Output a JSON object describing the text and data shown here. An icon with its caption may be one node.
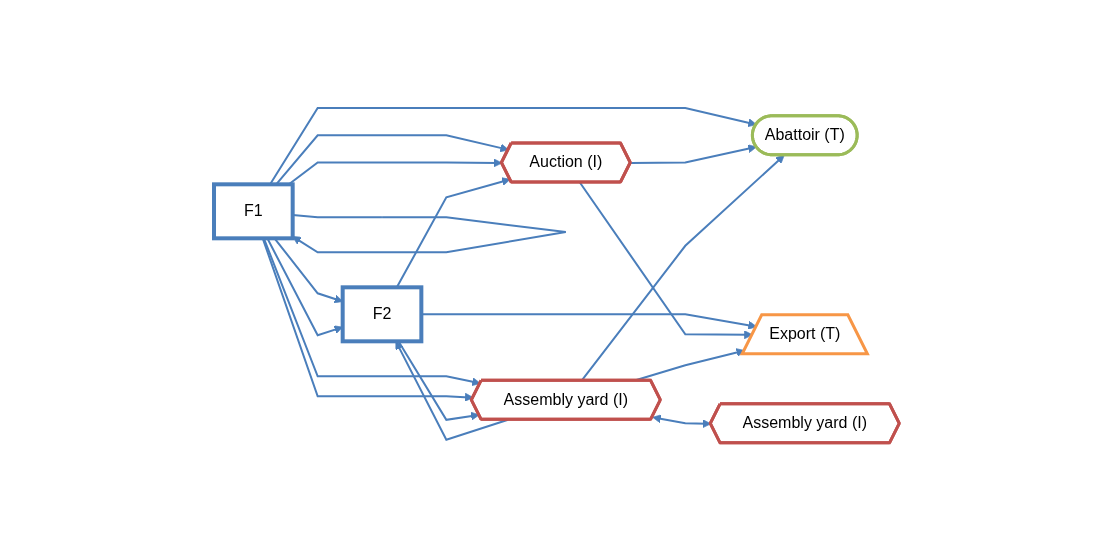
{
  "diagram": {
    "nodes": [
      {
        "text": [
          "F2"
        ]
      },
      {
        "text": [
          "Auction (I)"
        ]
      },
      {
        "text": [
          "Abattoir (T)"
        ]
      },
      {
        "text": [
          "Export (T)"
        ]
      },
      {
        "text": [
          "Assembly yard (I)"
        ]
      },
      {
        "text": [
          "Assembly yard (I)"
        ]
      },
      {
        "text": [
          "F1"
        ]
      }
    ],
    "edges": [
      {
        "from": 6,
        "to": 0,
        "arrow": "to"
      },
      {
        "from": 6,
        "to": 0,
        "arrow": "to"
      },
      {
        "from": 6,
        "to": 1,
        "arrow": "to"
      },
      {
        "from": 6,
        "to": 1,
        "arrow": "to"
      },
      {
        "from": 6,
        "to": 2,
        "arrow": "to"
      },
      {
        "from": 6,
        "to": 4,
        "arrow": "to"
      },
      {
        "from": 6,
        "to": 6,
        "arrow": "to"
      },
      {
        "from": 6,
        "to": 4,
        "arrow": "to"
      },
      {
        "from": 0,
        "to": 1,
        "arrow": "to"
      },
      {
        "from": 0,
        "to": 4,
        "arrow": "to"
      },
      {
        "from": 0,
        "to": 3,
        "arrow": "to"
      },
      {
        "from": 1,
        "to": 2,
        "arrow": "to"
      },
      {
        "from": 1,
        "to": 3,
        "arrow": "to"
      },
      {
        "from": 4,
        "to": 0,
        "arrow": "to"
      },
      {
        "from": 4,
        "to": 3,
        "arrow": "to"
      },
      {
        "from": 4,
        "to": 2,
        "arrow": "to"
      },
      {
        "from": 4,
        "to": 5,
        "arrow": "both"
      }
    ]
  }
}
